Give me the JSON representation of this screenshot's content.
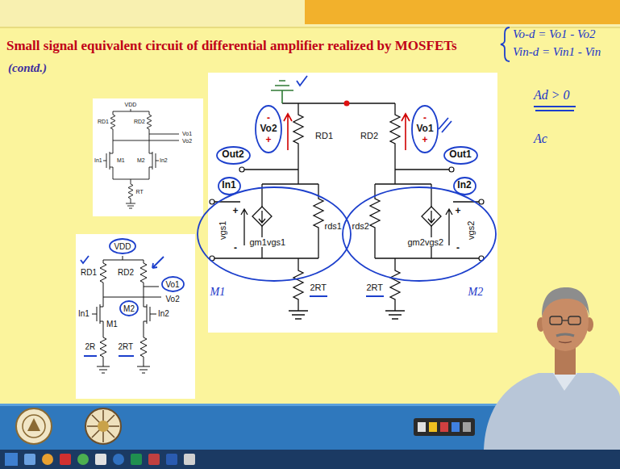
{
  "diagram": {
    "title": "Small signal equivalent circuit of differential amplifier realized by MOSFETs",
    "nodes": [
      {
        "text": [
          "-",
          "Vo2",
          "+"
        ]
      },
      {
        "text": [
          "-",
          "Vo1",
          "+"
        ]
      },
      {
        "text": [
          "Out2"
        ]
      },
      {
        "text": [
          "Out1"
        ]
      },
      {
        "text": [
          "In1"
        ]
      },
      {
        "text": [
          "In2"
        ]
      },
      {
        "text": [
          "VDD"
        ]
      },
      {
        "text": [
          "Vo1"
        ]
      },
      {
        "text": [
          "M2"
        ]
      }
    ],
    "labels": [
      "(contd.)",
      "VDD",
      "RD1",
      "RD2",
      "Vo1",
      "Vo2",
      "In1",
      "M1",
      "M2",
      "In2",
      "RT",
      "RD1",
      "RD2",
      "Vo2",
      "In1",
      "M1",
      "In2",
      "2R",
      "2RT",
      "RD1",
      "RD2",
      "+",
      "vgs1",
      "-",
      "gm1vgs1",
      "rds1",
      "rds2",
      "gm2vgs2",
      "+",
      "vgs2",
      "-",
      "2RT",
      "2RT",
      "M1",
      "M2",
      "Vo-d = Vo1 - Vo2",
      "Vin-d = Vin1 - Vin",
      "Ad > 0",
      "Ac"
    ]
  }
}
